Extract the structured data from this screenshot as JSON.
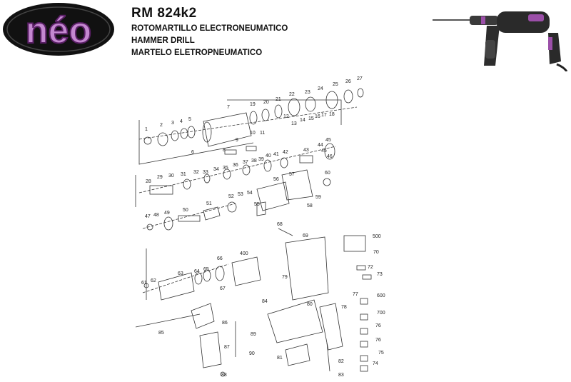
{
  "header": {
    "logo_text": "néo",
    "model": "RM 824k2",
    "subtitles": [
      "ROTOMARTILLO ELECTRONEUMATICO",
      "HAMMER DRILL",
      "MARTELO ELETROPNEUMATICO"
    ]
  },
  "colors": {
    "brand_purple": "#9b4fa8",
    "logo_background": "#111111",
    "tool_body": "#2a2a2a",
    "line": "#333333"
  },
  "part_numbers": [
    "1",
    "2",
    "3",
    "4",
    "5",
    "6",
    "7",
    "8",
    "9",
    "10",
    "11",
    "12",
    "13",
    "14",
    "15",
    "16",
    "17",
    "18",
    "19",
    "20",
    "21",
    "22",
    "23",
    "24",
    "25",
    "26",
    "27",
    "28",
    "29",
    "30",
    "31",
    "32",
    "33",
    "34",
    "35",
    "36",
    "37",
    "38",
    "39",
    "40",
    "41",
    "42",
    "43",
    "44",
    "45",
    "46",
    "47",
    "48",
    "49",
    "50",
    "51",
    "52",
    "53",
    "54",
    "55",
    "56",
    "57",
    "58",
    "59",
    "60",
    "61",
    "62",
    "63",
    "64",
    "65",
    "66",
    "67",
    "68",
    "69",
    "70",
    "72",
    "73",
    "74",
    "75",
    "76",
    "76",
    "77",
    "78",
    "79",
    "80",
    "81",
    "82",
    "83",
    "84",
    "85",
    "86",
    "87",
    "88",
    "89",
    "90",
    "400",
    "500",
    "600",
    "700"
  ]
}
